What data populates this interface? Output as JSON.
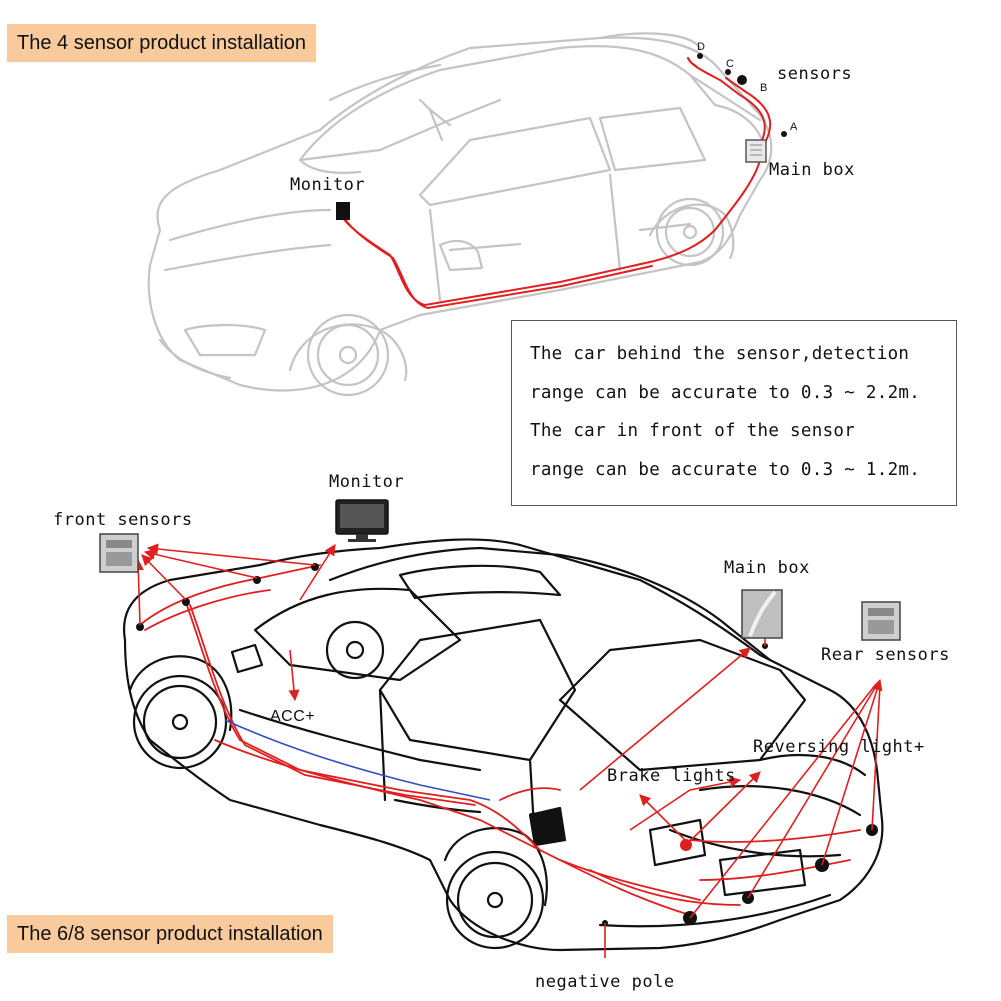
{
  "banners": {
    "top": "The 4 sensor product installation",
    "bottom": "The 6/8 sensor product installation"
  },
  "top_diagram": {
    "labels": {
      "sensors": "sensors",
      "main_box": "Main box",
      "monitor": "Monitor",
      "point_a": "A",
      "point_b": "B",
      "point_c": "C",
      "point_d": "D"
    }
  },
  "info_box": {
    "lines": [
      "The car behind the sensor,detection",
      "range can be accurate to 0.3 ~ 2.2m.",
      "The car in front of the sensor",
      "range can be accurate to 0.3 ~ 1.2m."
    ]
  },
  "bottom_diagram": {
    "labels": {
      "monitor": "Monitor",
      "front_sensors": "front sensors",
      "main_box": "Main box",
      "rear_sensors": "Rear sensors",
      "acc": "ACC+",
      "reversing_light": "Reversing light+",
      "brake_lights": "Brake lights",
      "negative_pole": "negative pole"
    }
  },
  "colors": {
    "banner_bg": "#f9cb9c",
    "wire_red": "#e02020",
    "car_outline_light": "#bdbdbd",
    "car_outline_dark": "#111111"
  }
}
